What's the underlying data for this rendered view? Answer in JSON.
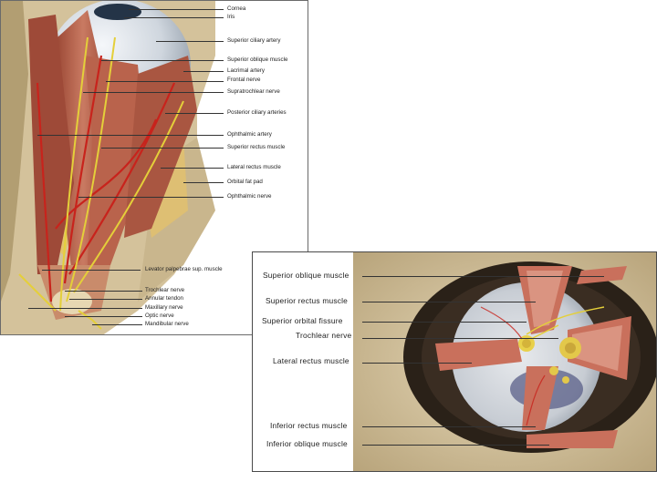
{
  "top_panel": {
    "labels": [
      "Cornea",
      "Iris",
      "Superior ciliary artery",
      "Superior oblique muscle",
      "Lacrimal artery",
      "Frontal nerve",
      "Supratrochlear nerve",
      "Posterior ciliary arteries",
      "Ophthalmic artery",
      "Superior rectus muscle",
      "Lateral rectus muscle",
      "Orbital fat pad",
      "Ophthalmic nerve",
      "Levator palpebrae sup. muscle",
      "Trochlear nerve",
      "Annular tendon",
      "Maxillary nerve",
      "Optic nerve",
      "Mandibular nerve"
    ]
  },
  "bottom_panel": {
    "labels": [
      "Superior oblique muscle",
      "Superior rectus muscle",
      "Superior orbital fissure",
      "Trochlear nerve",
      "Lateral rectus muscle",
      "Inferior rectus muscle",
      "Inferior oblique muscle"
    ]
  },
  "colors": {
    "muscle": "#b8604a",
    "muscle_dark": "#8e3f2e",
    "bone": "#d8c7a2",
    "bone_shadow": "#a8936a",
    "nerve": "#e4cf3a",
    "artery": "#c8231c",
    "fat": "#e6c46c",
    "eyeball": "#dfe4ea",
    "dark_orbit": "#2a2118"
  }
}
